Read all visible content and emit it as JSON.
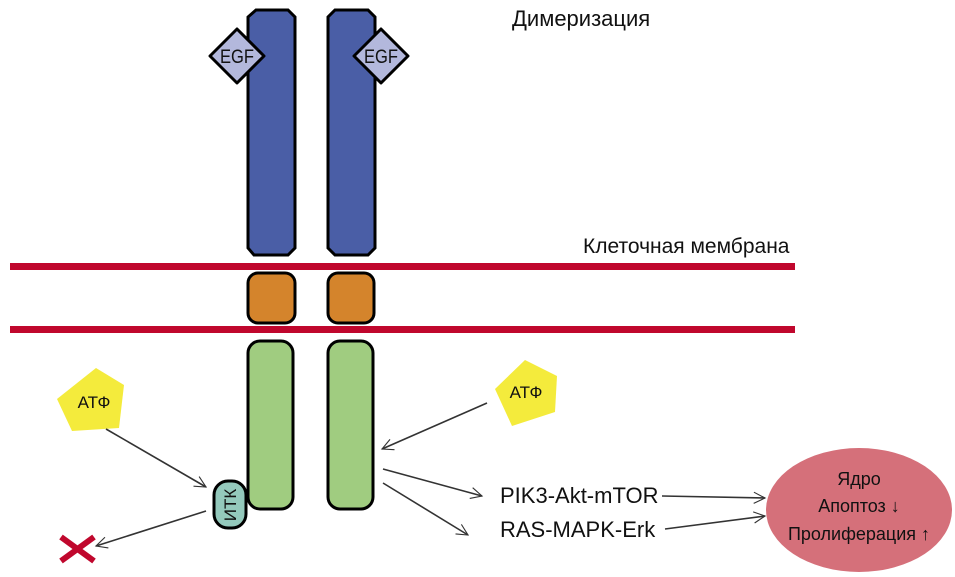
{
  "title": "Димеризация",
  "membrane_label": "Клеточная мембрана",
  "ligand_label": "EGF",
  "atp_label": "АТФ",
  "inhibitor_label": "ИТК",
  "pathways": [
    "PIK3-Akt-mTOR",
    "RAS-MAPK-Erk"
  ],
  "nucleus": {
    "title": "Ядро",
    "lines": [
      "Апоптоз ↓",
      "Пролиферация ↑"
    ]
  },
  "colors": {
    "extracellular_domain": "#4a5ea6",
    "ligand": "#b3b8dc",
    "transmembrane_domain": "#d4842c",
    "intracellular_domain": "#a0cc80",
    "membrane": "#c0072d",
    "atp": "#f4eb3c",
    "inhibitor": "#94c9bc",
    "nucleus": "#d5707a",
    "block_mark": "#c0072d",
    "arrow": "#333333"
  }
}
